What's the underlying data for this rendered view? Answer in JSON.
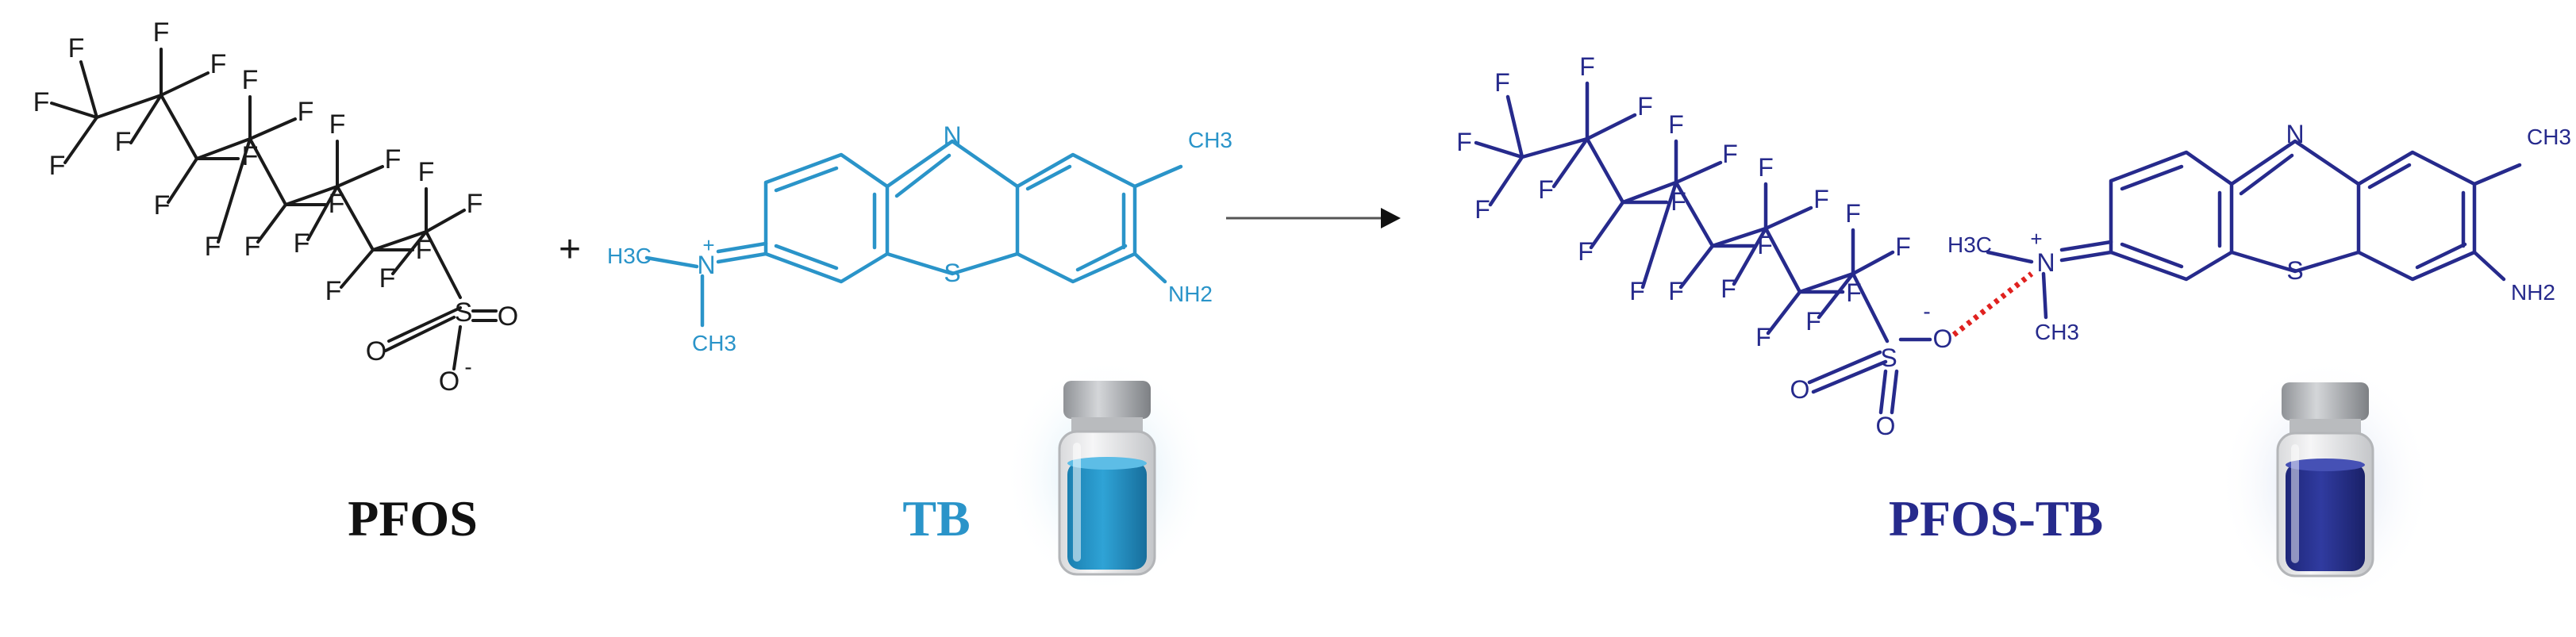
{
  "colors": {
    "pfos": "#1a1a1a",
    "tb": "#2a94c9",
    "product": "#262a8c",
    "ionic_bond": "#e0211f",
    "vial_tb_liquid": "#1f8fc2",
    "vial_product_liquid": "#27308a"
  },
  "symbols": {
    "fluorine": "F",
    "oxygen": "O",
    "sulfur": "S",
    "nitrogen": "N",
    "charge_minus": "-",
    "charge_plus": "+",
    "methyl": "CH3",
    "methyl_left": "H3C",
    "amine": "NH2",
    "plus_sign": "+"
  },
  "labels": {
    "reactant_1": "PFOS",
    "reactant_2": "TB",
    "product": "PFOS-TB"
  },
  "icons": {
    "arrow": "reaction-arrow-icon",
    "vial": "vial-icon"
  }
}
